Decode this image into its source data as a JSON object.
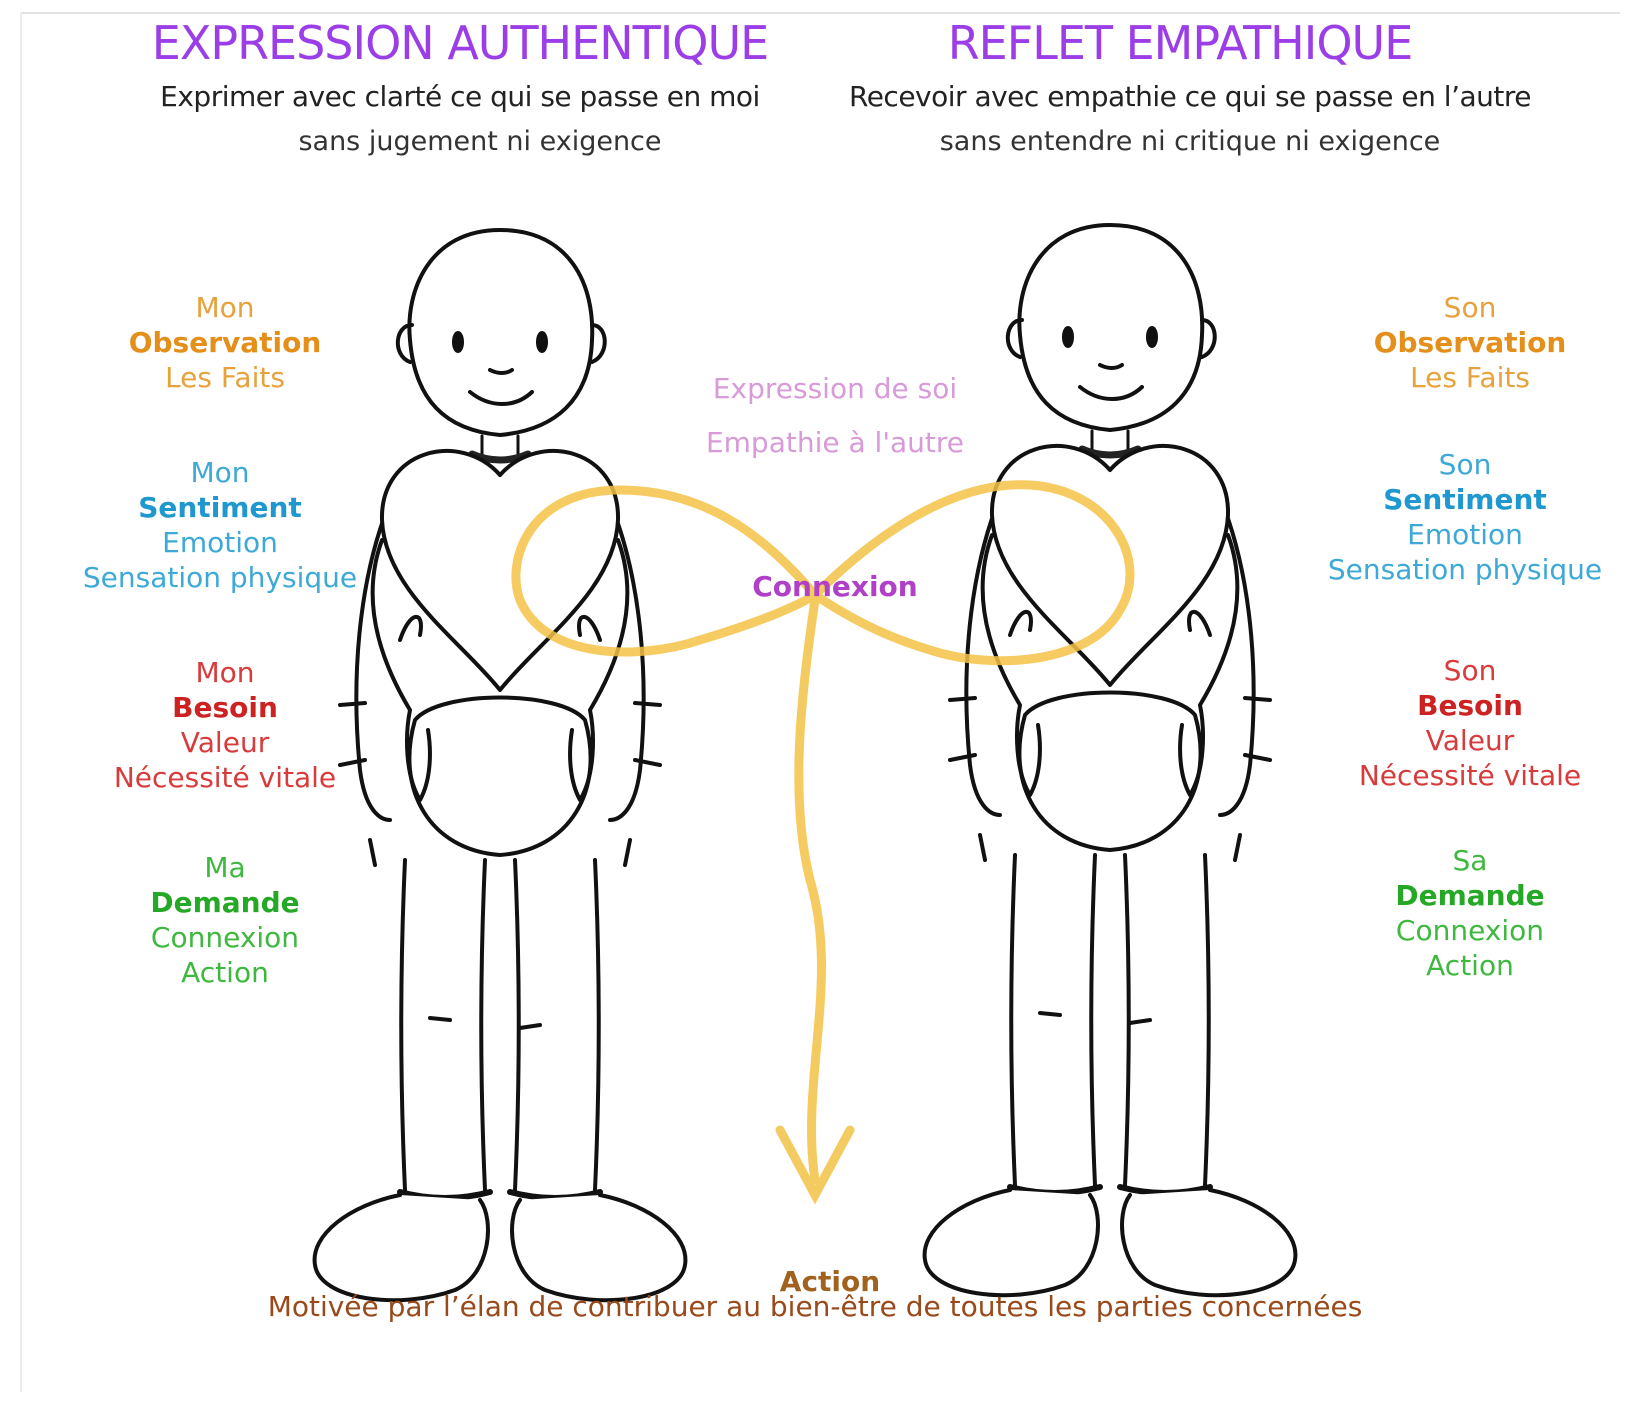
{
  "left": {
    "title": "EXPRESSION AUTHENTIQUE",
    "subtitle": "Exprimer avec clarté ce qui se passe en moi",
    "subtitle2": "sans jugement ni exigence",
    "observation": {
      "pre": "Mon",
      "main": "Observation",
      "post": "Les Faits"
    },
    "sentiment": {
      "pre": "Mon",
      "main": "Sentiment",
      "post1": "Emotion",
      "post2": "Sensation physique"
    },
    "besoin": {
      "pre": "Mon",
      "main": "Besoin",
      "post1": "Valeur",
      "post2": "Nécessité vitale"
    },
    "demande": {
      "pre": "Ma",
      "main": "Demande",
      "post1": "Connexion",
      "post2": "Action"
    }
  },
  "right": {
    "title": "REFLET EMPATHIQUE",
    "subtitle": "Recevoir avec empathie ce qui se passe en l’autre",
    "subtitle2": "sans entendre ni critique ni exigence",
    "observation": {
      "pre": "Son",
      "main": "Observation",
      "post": "Les Faits"
    },
    "sentiment": {
      "pre": "Son",
      "main": "Sentiment",
      "post1": "Emotion",
      "post2": "Sensation physique"
    },
    "besoin": {
      "pre": "Son",
      "main": "Besoin",
      "post1": "Valeur",
      "post2": "Nécessité vitale"
    },
    "demande": {
      "pre": "Sa",
      "main": "Demande",
      "post1": "Connexion",
      "post2": "Action"
    }
  },
  "center": {
    "expression": "Expression de soi",
    "empathie": "Empathie à l'autre",
    "connexion": "Connexion",
    "action": "Action"
  },
  "footer": "Motivée par l’élan de contribuer au bien-être de toutes les parties concernées",
  "colors": {
    "title": "#9b3ee8",
    "observation": "#e38f1a",
    "sentiment": "#1f97cf",
    "besoin": "#cc2222",
    "demande": "#25a825",
    "connexion": "#b040c8",
    "ribbon": "#f3c246"
  }
}
